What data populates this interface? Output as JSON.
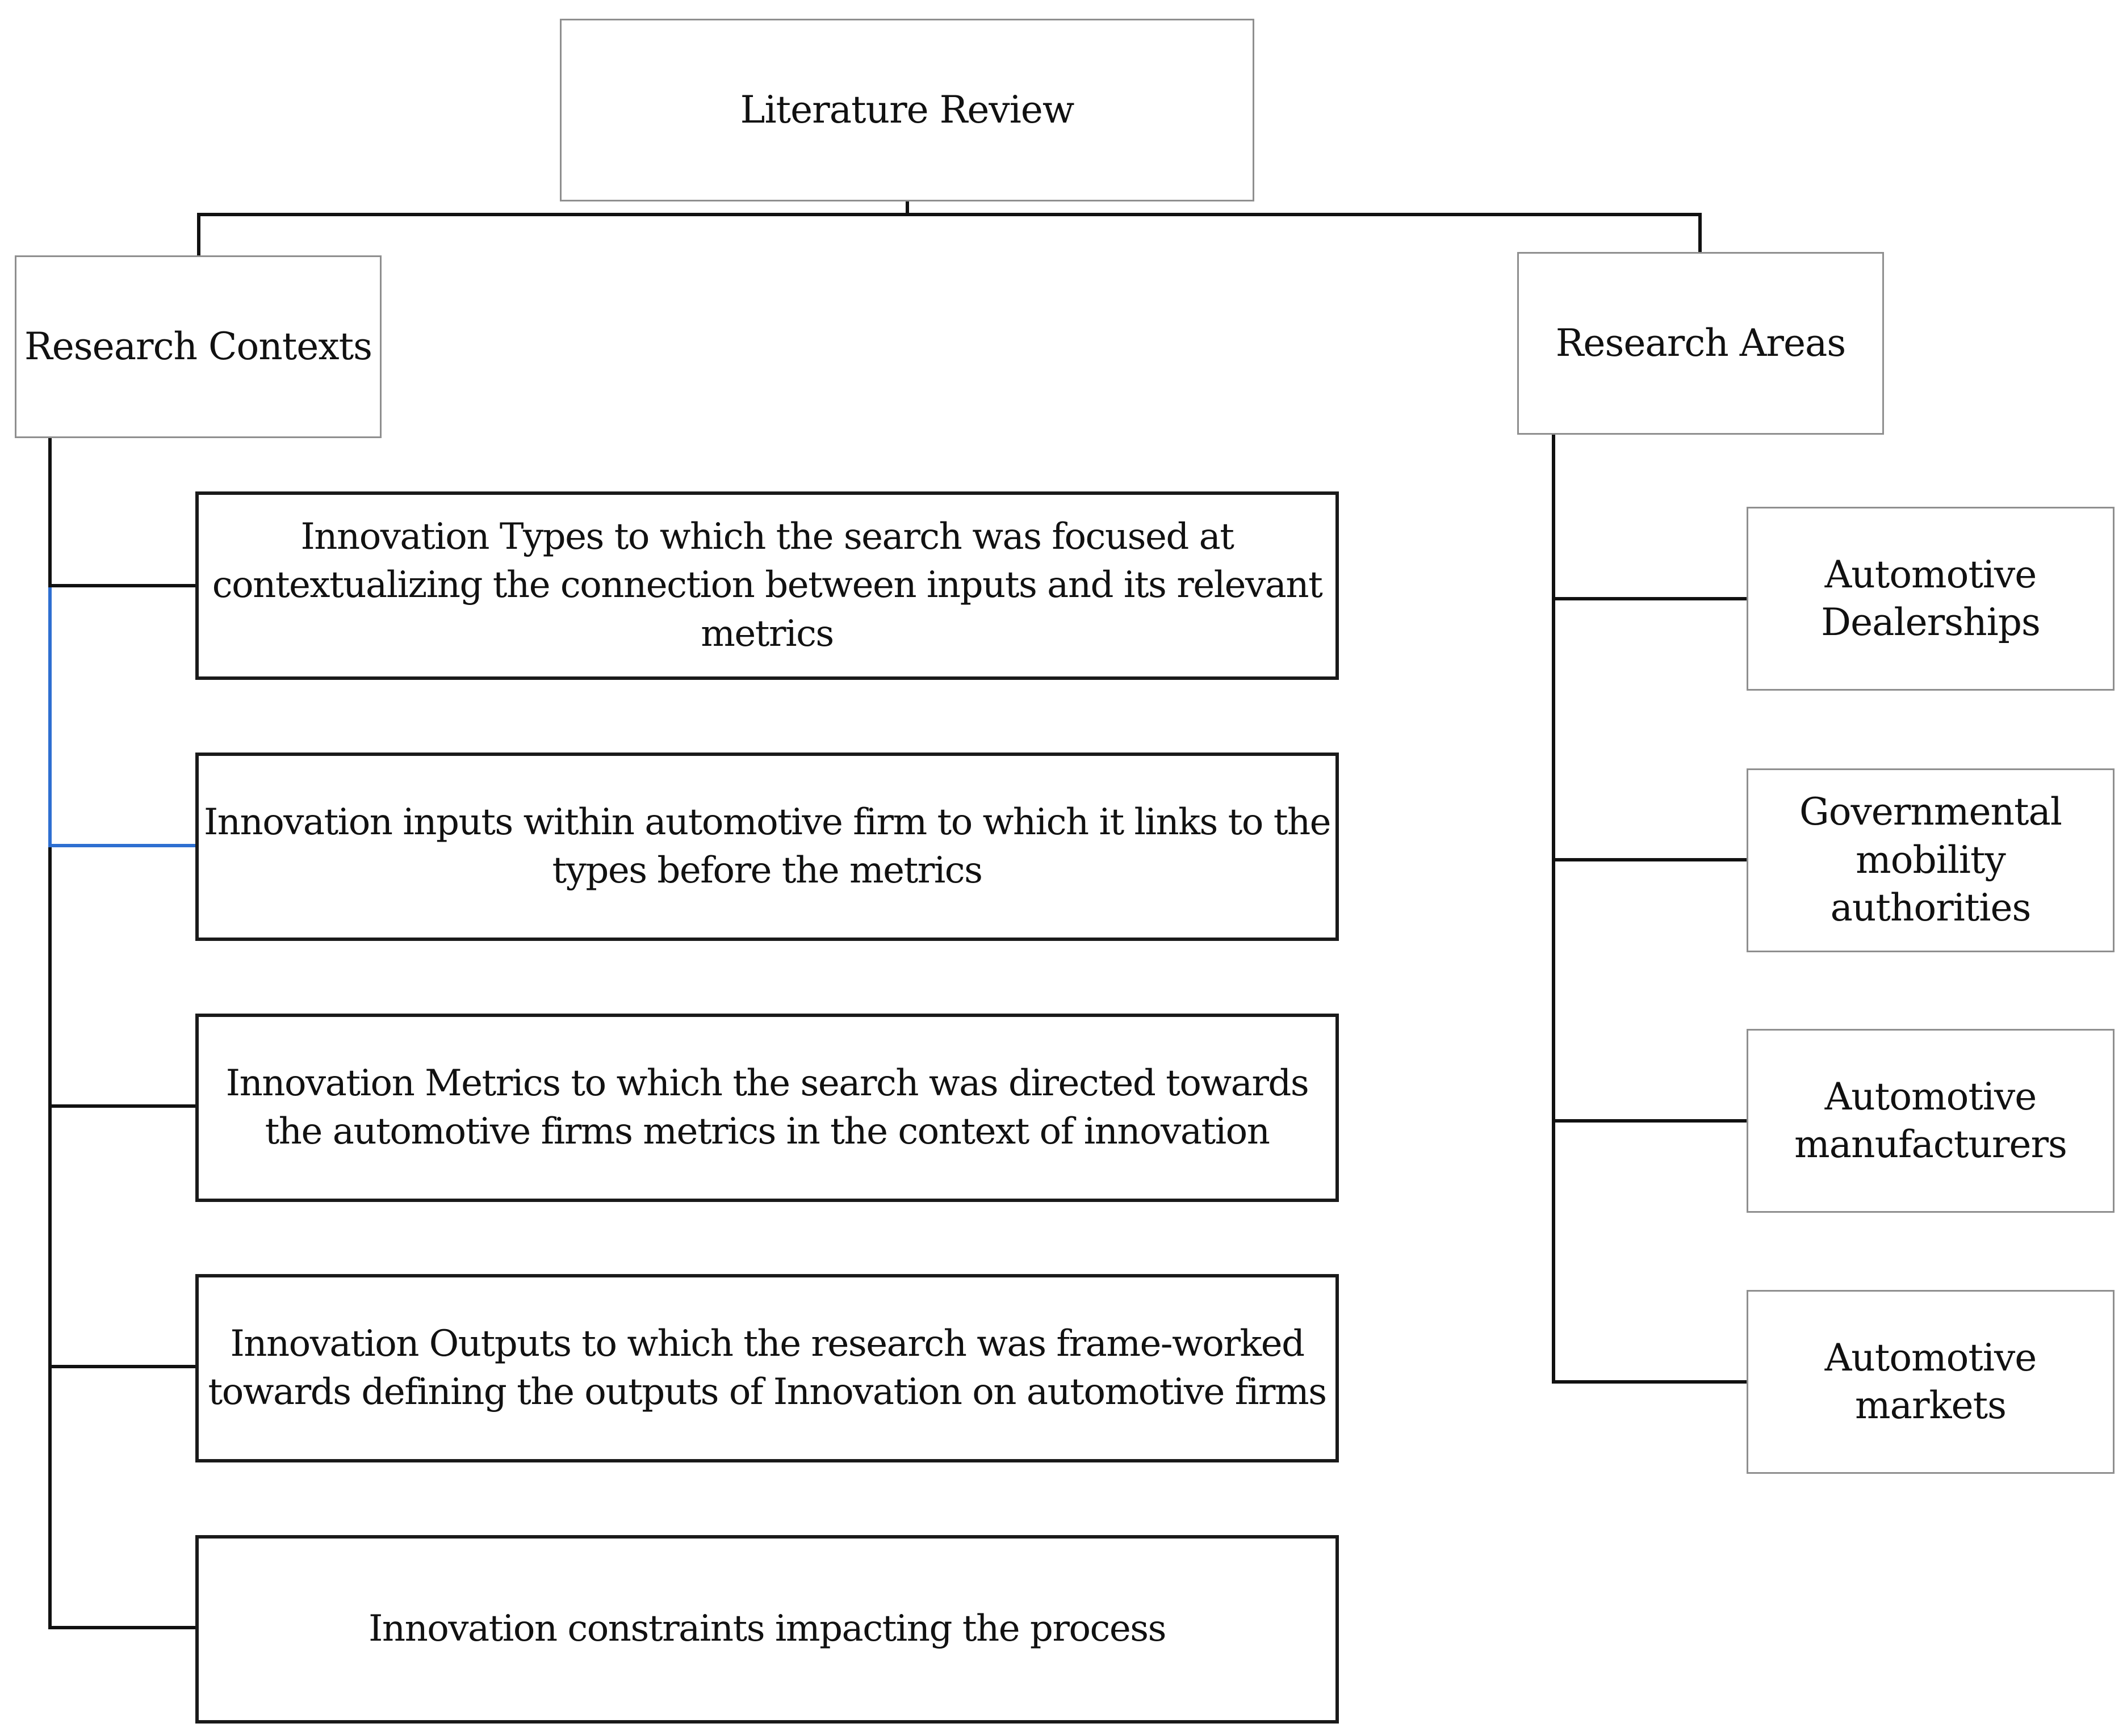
{
  "diagram": {
    "root": {
      "label": "Literature Review"
    },
    "branches": [
      {
        "label": "Research Contexts",
        "children": [
          {
            "label": "Innovation Types to which the search was focused at contextualizing the connection between inputs and its relevant metrics"
          },
          {
            "label": "Innovation inputs within automotive firm to which it links to the types before the metrics"
          },
          {
            "label": "Innovation Metrics to which the search was directed towards the automotive firms metrics in the context of innovation"
          },
          {
            "label": "Innovation Outputs to which the research was frame-worked towards defining the outputs of Innovation on automotive firms"
          },
          {
            "label": "Innovation constraints impacting the process"
          }
        ]
      },
      {
        "label": "Research Areas",
        "children": [
          {
            "label": "Automotive Dealerships"
          },
          {
            "label": "Governmental mobility authorities"
          },
          {
            "label": "Automotive manufacturers"
          },
          {
            "label": "Automotive markets"
          }
        ]
      }
    ],
    "colors": {
      "connector": "#111111",
      "highlight_connector": "#2e6fd1",
      "box_border_light": "#8f8f8f",
      "box_border_dark": "#1a1a1a"
    }
  }
}
